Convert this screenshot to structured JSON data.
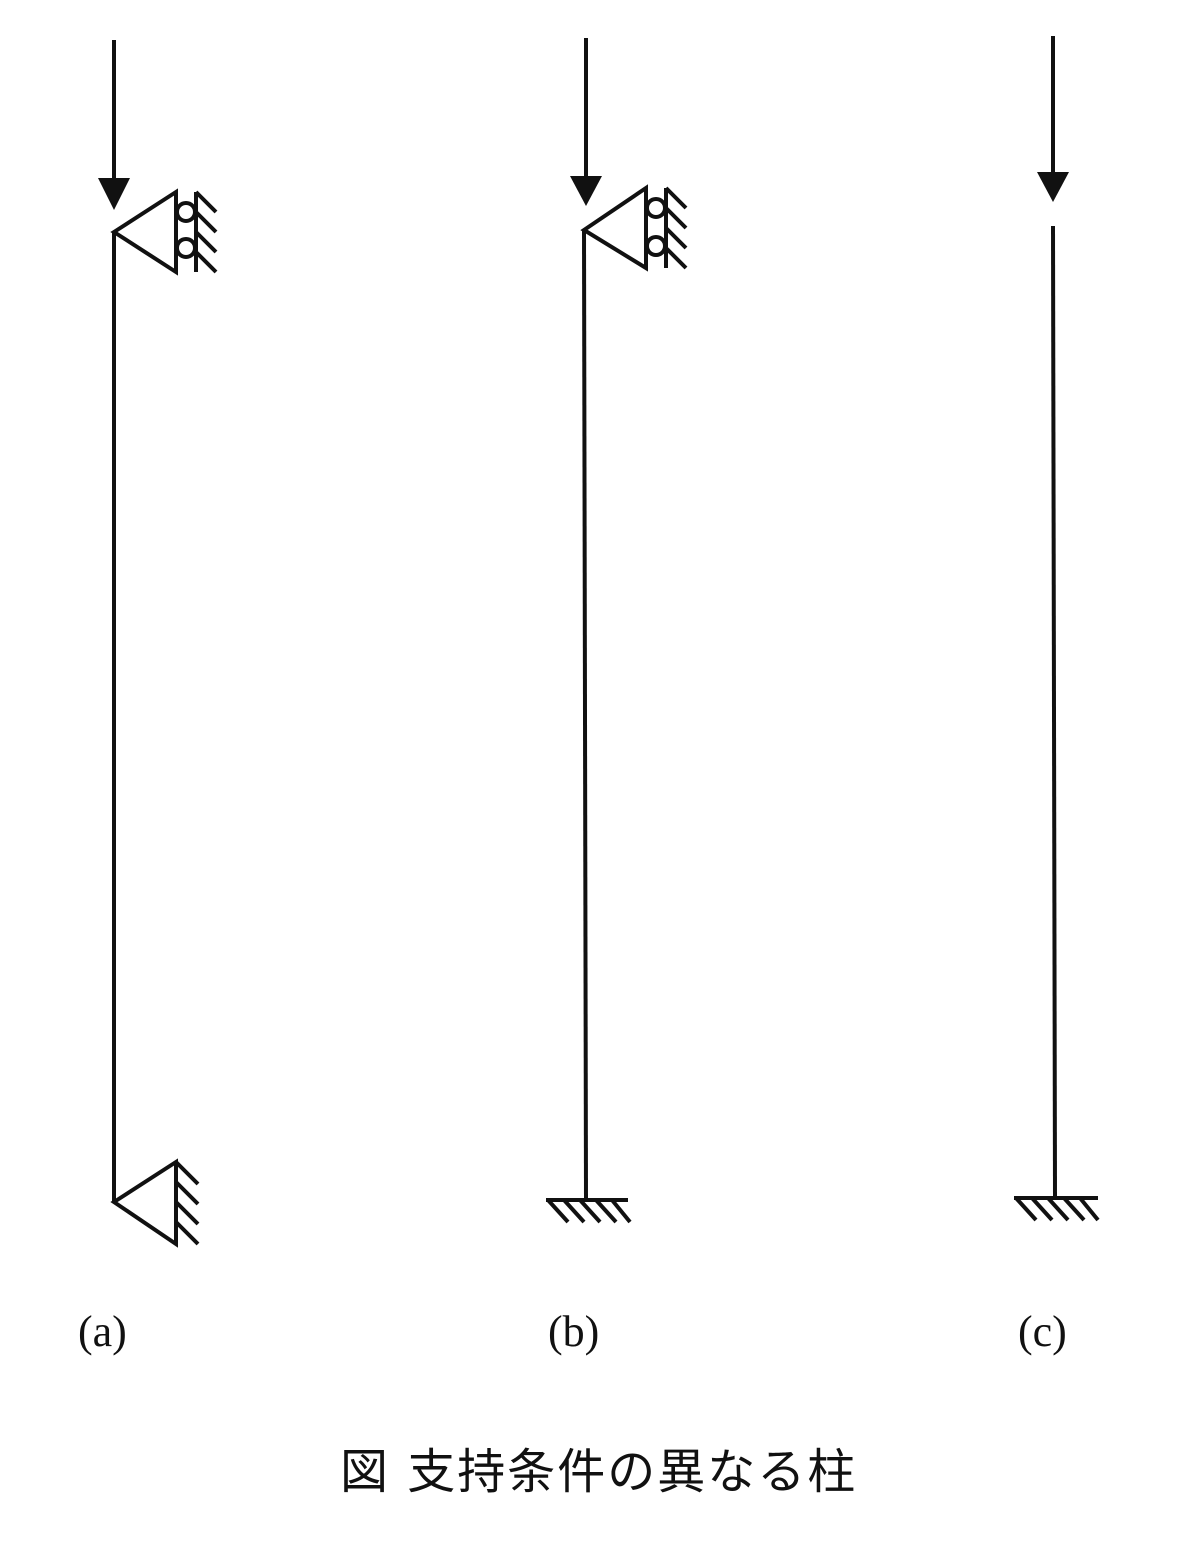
{
  "columns": [
    {
      "label": "(a)",
      "top_support": "roller",
      "bottom_support": "pin"
    },
    {
      "label": "(b)",
      "top_support": "roller",
      "bottom_support": "fixed"
    },
    {
      "label": "(c)",
      "top_support": "free",
      "bottom_support": "fixed"
    }
  ],
  "caption": "図  支持条件の異なる柱",
  "colors": {
    "line": "#111111",
    "background": "#ffffff"
  }
}
